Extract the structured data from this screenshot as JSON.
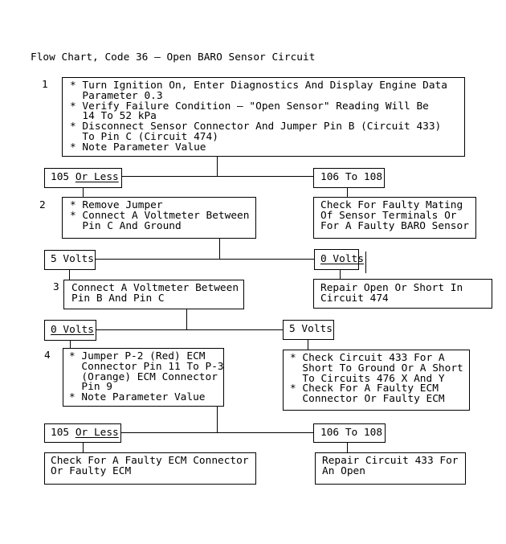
{
  "title": "Flow Chart, Code 36 – Open BARO Sensor Circuit",
  "colors": {
    "ink": "#000000",
    "background": "#ffffff"
  },
  "steps": {
    "n1": "1",
    "n2": "2",
    "n3": "3",
    "n4": "4"
  },
  "boxes": {
    "step1": "* Turn Ignition On, Enter Diagnostics And Display Engine Data\n  Parameter 0.3\n* Verify Failure Condition – \"Open Sensor\" Reading Will Be\n  14 To 52 kPa\n* Disconnect Sensor Connector And Jumper Pin B (Circuit 433)\n  To Pin C (Circuit 474)\n* Note Parameter Value",
    "step2": "* Remove Jumper\n* Connect A Voltmeter Between\n  Pin C And Ground",
    "step2_right": "Check For Faulty Mating\nOf Sensor Terminals Or\nFor A Faulty BARO Sensor",
    "step3": "Connect A Voltmeter Between\nPin B And Pin C",
    "step3_right": "Repair Open Or Short In\nCircuit 474",
    "step4": "* Jumper P-2 (Red) ECM\n  Connector Pin 11 To P-3\n  (Orange) ECM Connector\n  Pin 9\n* Note Parameter Value",
    "step4_right": "* Check Circuit 433 For A\n  Short To Ground Or A Short\n  To Circuits 476 X And Y\n* Check For A Faulty ECM\n  Connector Or Faulty ECM",
    "bottom_left": "Check For A Faulty ECM Connector\nOr Faulty ECM",
    "bottom_right": "Repair Circuit 433 For\nAn Open"
  },
  "labels": {
    "l105a": {
      "plain": "105 ",
      "underline": "Or Less"
    },
    "l106a": {
      "plain": "106 To 108",
      "underline": ""
    },
    "l5v_a": {
      "plain": "5 Volts",
      "underline": ""
    },
    "l0v_a": {
      "plain": "",
      "underline": "0 Volts"
    },
    "l0v_b": {
      "plain": "",
      "underline": "0 Volts"
    },
    "l5v_b": {
      "plain": "5 Volts",
      "underline": ""
    },
    "l105b": {
      "plain": "105 ",
      "underline": "Or Less"
    },
    "l106b": {
      "plain": "106 To 108",
      "underline": ""
    }
  }
}
